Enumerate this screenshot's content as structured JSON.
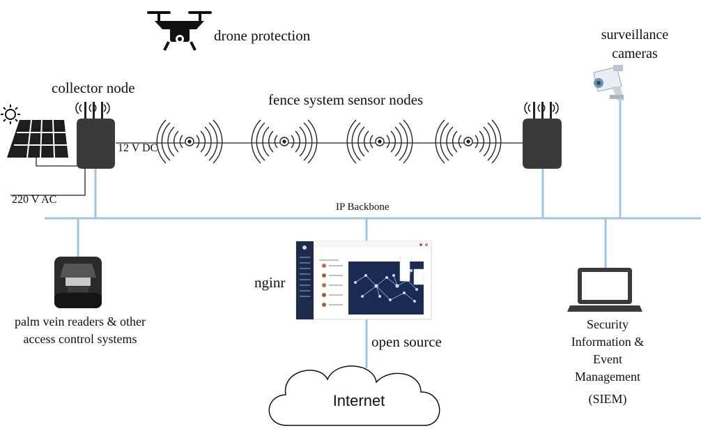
{
  "labels": {
    "drone": "drone protection",
    "surveillance": "surveillance cameras",
    "collector": "collector node",
    "fence": "fence system sensor nodes",
    "dc": "12 V DC",
    "ac": "220 V AC",
    "backbone": "IP Backbone",
    "nginr": "nginr",
    "palm": "palm vein readers & other access control systems",
    "siem_title": "Security Information & Event Management",
    "siem_abbr": "(SIEM)",
    "open_source": "open source",
    "internet": "Internet"
  },
  "colors": {
    "line": "#9dc3e6",
    "device": "#3a3a3a",
    "ink": "#111111",
    "dashboard_sidebar": "#1e2b4d",
    "dashboard_graph": "#1b2a52"
  },
  "icons": {
    "drone": "drone-icon",
    "sun": "sun-icon",
    "solar": "solar-panel-icon",
    "camera": "surveillance-camera-icon",
    "palm": "palm-vein-reader-icon",
    "laptop": "laptop-icon",
    "cloud": "cloud-icon",
    "sensor": "signal-waves-icon",
    "router": "router-icon"
  }
}
